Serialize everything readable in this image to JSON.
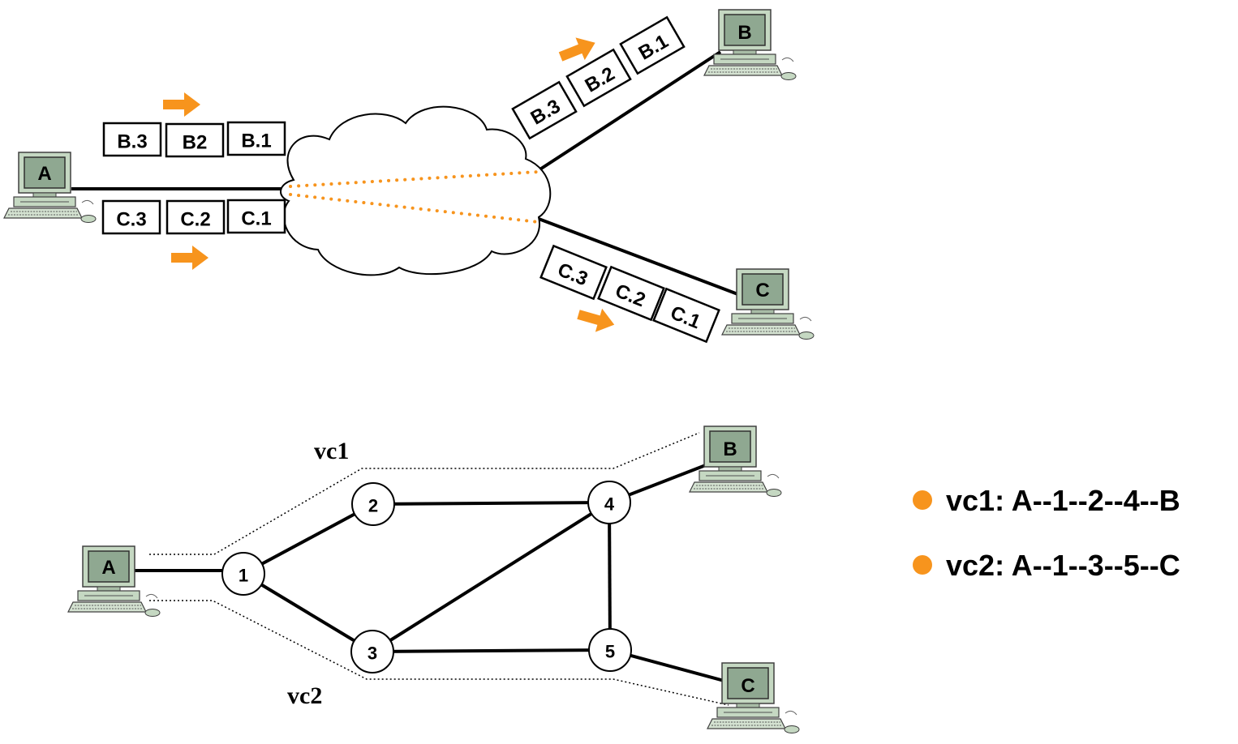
{
  "colors": {
    "accent": "#F7941D",
    "host_screen": "#8fa891",
    "host_body": "#c5d8c2",
    "line": "#000000"
  },
  "top_diagram": {
    "hosts": {
      "a": "A",
      "b": "B",
      "c": "C"
    },
    "packets_a_upper": [
      "B.3",
      "B2",
      "B.1"
    ],
    "packets_a_lower": [
      "C.3",
      "C.2",
      "C.1"
    ],
    "packets_to_b": [
      "B.3",
      "B.2",
      "B.1"
    ],
    "packets_to_c": [
      "C.3",
      "C.2",
      "C.1"
    ]
  },
  "bottom_diagram": {
    "hosts": {
      "a": "A",
      "b": "B",
      "c": "C"
    },
    "nodes": [
      "1",
      "2",
      "3",
      "4",
      "5"
    ],
    "vc1_label": "vc1",
    "vc2_label": "vc2"
  },
  "legend": {
    "items": [
      {
        "text": "vc1: A--1--2--4--B",
        "bullet_color": "#F7941D"
      },
      {
        "text": "vc2: A--1--3--5--C",
        "bullet_color": "#F7941D"
      }
    ]
  }
}
